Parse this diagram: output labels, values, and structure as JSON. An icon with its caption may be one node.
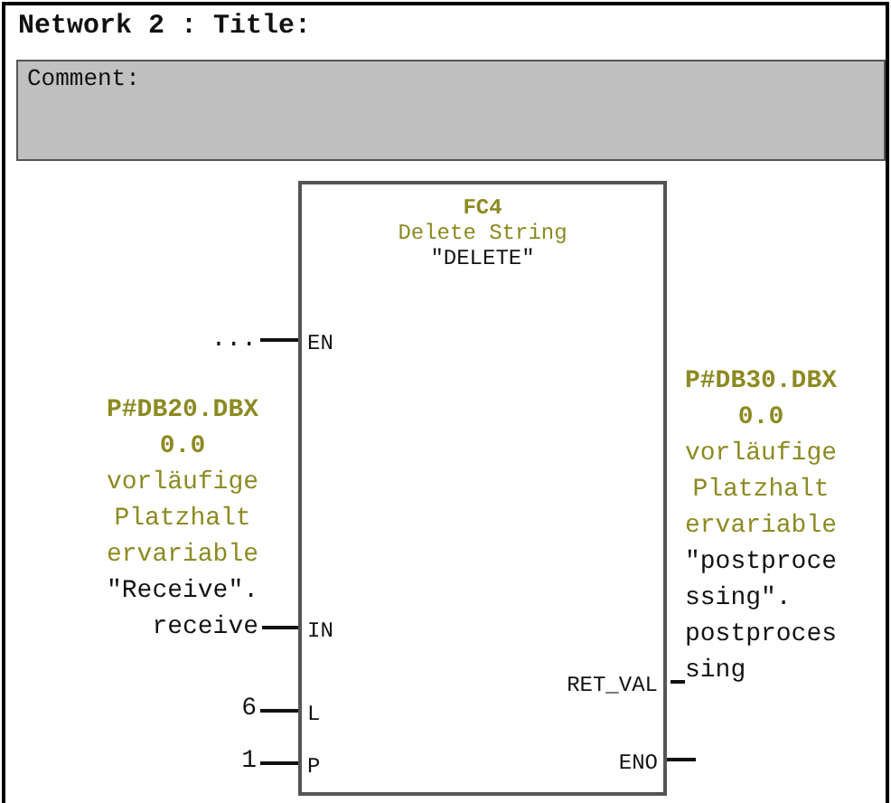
{
  "diagram": {
    "title": "Network 2 : Title:",
    "nodes": [
      {
        "text": [
          "Comment:"
        ]
      },
      {
        "text": [
          "FC4",
          "Delete String",
          "\"DELETE\""
        ]
      },
      {
        "text": [
          "..."
        ]
      },
      {
        "text": [
          "P#DB20.DBX 0.0",
          "vorläufige Platzhalt ervariable",
          "\"Receive\". receive"
        ]
      },
      {
        "text": [
          "6"
        ]
      },
      {
        "text": [
          "1"
        ]
      },
      {
        "text": [
          "P#DB30.DBX 0.0",
          "vorläufige Platzhalt ervariable",
          "\"postproce ssing\". postproces sing"
        ]
      }
    ],
    "edges": [
      {
        "from": 2,
        "to": 1,
        "arrow": "none"
      },
      {
        "from": 3,
        "to": 1,
        "arrow": "none"
      },
      {
        "from": 4,
        "to": 1,
        "arrow": "none"
      },
      {
        "from": 5,
        "to": 1,
        "arrow": "none"
      },
      {
        "from": 1,
        "to": 6,
        "arrow": "none"
      },
      {
        "from": 1,
        "to": null,
        "arrow": "none"
      }
    ],
    "labels": [
      "EN",
      "IN",
      "L",
      "P",
      "RET_VAL",
      "ENO"
    ]
  }
}
